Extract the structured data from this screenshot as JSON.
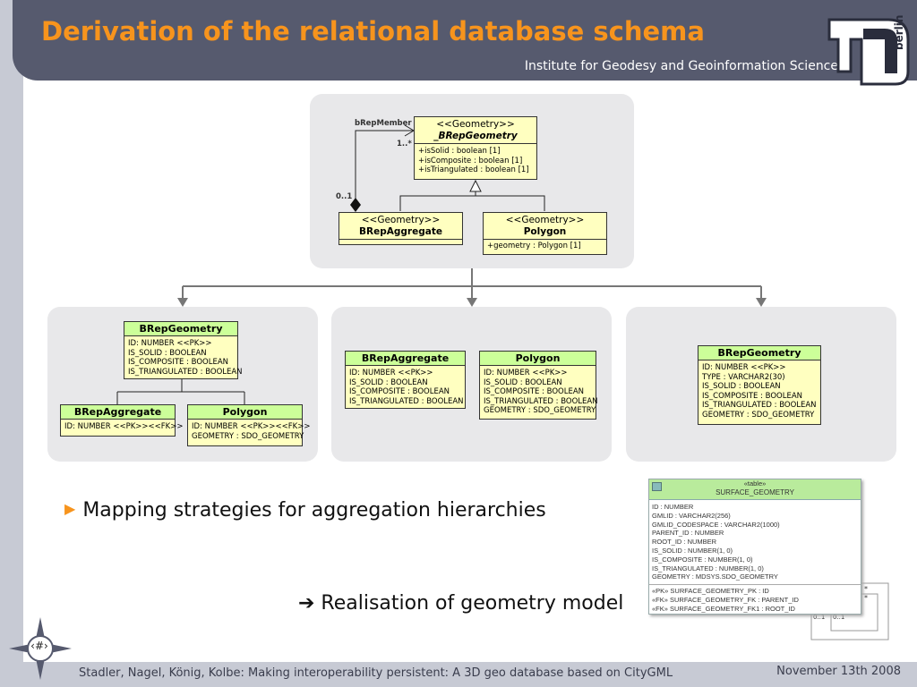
{
  "header": {
    "title": "Derivation of the relational database schema",
    "subtitle": "Institute for Geodesy and Geoinformation Science",
    "logo_text": "TU berlin"
  },
  "uml": {
    "brep_member_label": "bRepMember",
    "mult_one_many": "1..*",
    "mult_zero_one": "0..1",
    "brep_geometry": {
      "stereotype": "<<Geometry>>",
      "name": "_BRepGeometry",
      "attributes": [
        "+isSolid : boolean [1]",
        "+isComposite : boolean [1]",
        "+isTriangulated : boolean [1]"
      ]
    },
    "brep_aggregate": {
      "stereotype": "<<Geometry>>",
      "name": "BRepAggregate"
    },
    "polygon": {
      "stereotype": "<<Geometry>>",
      "name": "Polygon",
      "attributes": [
        "+geometry : Polygon [1]"
      ]
    }
  },
  "strategy1": {
    "parent": {
      "name": "BRepGeometry",
      "columns": [
        "ID: NUMBER <<PK>>",
        "IS_SOLID : BOOLEAN",
        "IS_COMPOSITE : BOOLEAN",
        "IS_TRIANGULATED : BOOLEAN"
      ]
    },
    "child_aggregate": {
      "name": "BRepAggregate",
      "columns": [
        "ID: NUMBER <<PK>><<FK>>"
      ]
    },
    "child_polygon": {
      "name": "Polygon",
      "columns": [
        "ID: NUMBER <<PK>><<FK>>",
        "GEOMETRY : SDO_GEOMETRY"
      ]
    }
  },
  "strategy2": {
    "aggregate": {
      "name": "BRepAggregate",
      "columns": [
        "ID: NUMBER <<PK>>",
        "IS_SOLID : BOOLEAN",
        "IS_COMPOSITE : BOOLEAN",
        "IS_TRIANGULATED : BOOLEAN"
      ]
    },
    "polygon": {
      "name": "Polygon",
      "columns": [
        "ID: NUMBER <<PK>>",
        "IS_SOLID : BOOLEAN",
        "IS_COMPOSITE : BOOLEAN",
        "IS_TRIANGULATED : BOOLEAN",
        "GEOMETRY : SDO_GEOMETRY"
      ]
    }
  },
  "strategy3": {
    "single": {
      "name": "BRepGeometry",
      "columns": [
        "ID: NUMBER <<PK>>",
        "TYPE : VARCHAR2(30)",
        "IS_SOLID : BOOLEAN",
        "IS_COMPOSITE : BOOLEAN",
        "IS_TRIANGULATED : BOOLEAN",
        "GEOMETRY : SDO_GEOMETRY"
      ]
    }
  },
  "bullet": "Mapping strategies for aggregation hierarchies",
  "realisation": "➔ Realisation of geometry model",
  "surface_table": {
    "stereotype": "«table»",
    "name": "SURFACE_GEOMETRY",
    "columns": [
      "ID : NUMBER",
      "GMLID : VARCHAR2(256)",
      "GMLID_CODESPACE : VARCHAR2(1000)",
      "PARENT_ID : NUMBER",
      "ROOT_ID : NUMBER",
      "IS_SOLID : NUMBER(1, 0)",
      "IS_COMPOSITE : NUMBER(1, 0)",
      "IS_TRIANGULATED : NUMBER(1, 0)",
      "GEOMETRY : MDSYS.SDO_GEOMETRY"
    ],
    "keys": [
      "«PK» SURFACE_GEOMETRY_PK : ID",
      "«FK» SURFACE_GEOMETRY_FK : PARENT_ID",
      "«FK» SURFACE_GEOMETRY_FK1 : ROOT_ID"
    ],
    "self_ref_mult": [
      "*",
      "*",
      "0..1",
      "0..1"
    ]
  },
  "footer": {
    "text": "Stadler, Nagel, König, Kolbe: Making interoperability persistent: A 3D geo database based on CityGML",
    "date": "November 13th 2008",
    "page": "‹#›"
  },
  "colors": {
    "title": "#f7941d",
    "header": "#565a6e",
    "uml_fill": "#ffffc0",
    "table_header": "#ccff99"
  }
}
